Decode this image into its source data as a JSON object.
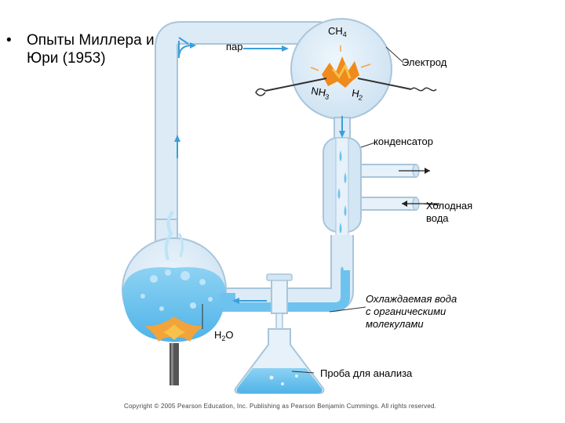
{
  "slide": {
    "bullet": "•",
    "title_line1": "Опыты Миллера и",
    "title_line2": "Юри (1953)"
  },
  "labels": {
    "ch4_main": "CH",
    "ch4_sub": "4",
    "steam": "пар",
    "electrode": "Электрод",
    "nh3_main": "NH",
    "nh3_sub": "3",
    "h2_main": "H",
    "h2_sub": "2",
    "condenser": "конденсатор",
    "cold_water_line1": "Холодная",
    "cold_water_line2": "вода",
    "cooled_line1": "Охлаждаемая вода",
    "cooled_line2": "с органическими",
    "cooled_line3": "молекулами",
    "h2o_main": "H",
    "h2o_sub": "2",
    "h2o_tail": "O",
    "sample": "Проба для анализа"
  },
  "copyright": "Copyright © 2005 Pearson Education, Inc. Publishing as Pearson Benjamin Cummings. All rights reserved.",
  "colors": {
    "tube_fill": "#dcebf6",
    "tube_edge": "#a9c5da",
    "water": "#6ec3ee",
    "water_light": "#b5def6",
    "arrow": "#3a9fdc",
    "spark": "#f08a1c",
    "flame": "#f2a33a"
  }
}
